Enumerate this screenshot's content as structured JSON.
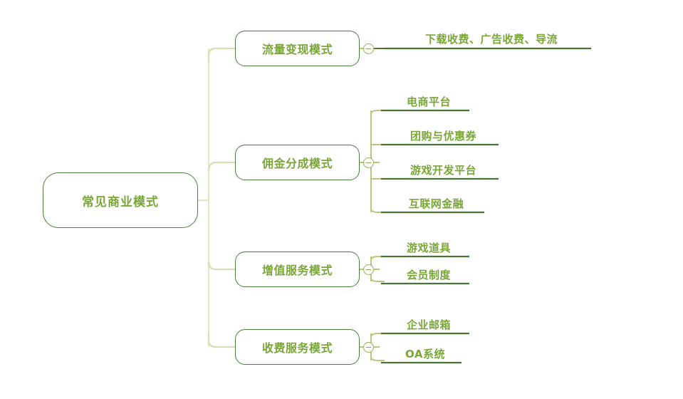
{
  "diagram": {
    "type": "mindmap",
    "title": "常见商业模式",
    "orientation": "left-to-right",
    "colors": {
      "background": "#ffffff",
      "node_border": "#4a7c3f",
      "root_border": "#4f7d3e",
      "text": "#7aa637",
      "trunk_line": "#e2e6c2",
      "branch_line": "#d8ddb4",
      "leaf_underline": "#4a7238",
      "leaf_spine": "#b9c77e",
      "toggle_stroke": "#9aab63"
    },
    "root": {
      "label": "常见商业模式",
      "name": "root-node"
    },
    "branches": [
      {
        "name": "branch-traffic-monetization",
        "label": "流量变现模式",
        "toggle": "collapse-toggle",
        "toggle_state": "expanded",
        "leaves": [
          {
            "name": "leaf-download-ad-traffic",
            "label": "下载收费、广告收费、导流"
          }
        ]
      },
      {
        "name": "branch-commission-sharing",
        "label": "佣金分成模式",
        "toggle": "collapse-toggle",
        "toggle_state": "expanded",
        "leaves": [
          {
            "name": "leaf-ecommerce-platform",
            "label": "电商平台"
          },
          {
            "name": "leaf-group-buying-coupons",
            "label": "团购与优惠券"
          },
          {
            "name": "leaf-game-dev-platform",
            "label": "游戏开发平台"
          },
          {
            "name": "leaf-internet-finance",
            "label": "互联网金融"
          }
        ]
      },
      {
        "name": "branch-value-added-service",
        "label": "增值服务模式",
        "toggle": "collapse-toggle",
        "toggle_state": "expanded",
        "leaves": [
          {
            "name": "leaf-game-items",
            "label": "游戏道具"
          },
          {
            "name": "leaf-membership-system",
            "label": "会员制度"
          }
        ]
      },
      {
        "name": "branch-paid-service",
        "label": "收费服务模式",
        "toggle": "collapse-toggle",
        "toggle_state": "expanded",
        "leaves": [
          {
            "name": "leaf-enterprise-email",
            "label": "企业邮箱"
          },
          {
            "name": "leaf-oa-system",
            "label": "OA系统"
          }
        ]
      }
    ]
  }
}
